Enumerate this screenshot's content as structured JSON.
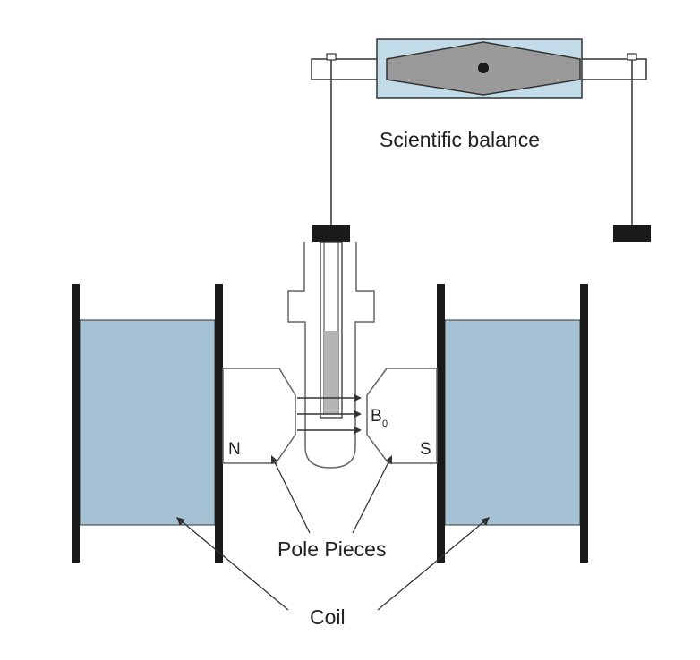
{
  "labels": {
    "balance": "Scientific balance",
    "north": "N",
    "south": "S",
    "field": "B",
    "field_sub": "0",
    "pole_pieces": "Pole Pieces",
    "coil": "Coil"
  },
  "colors": {
    "coil_fill": "#a6c3d6",
    "balance_box": "#c2dbe9",
    "beam_fill": "#9a9a9a",
    "sample_fill": "#b5b5b5",
    "line": "#555555",
    "dark": "#1a1a1a"
  }
}
